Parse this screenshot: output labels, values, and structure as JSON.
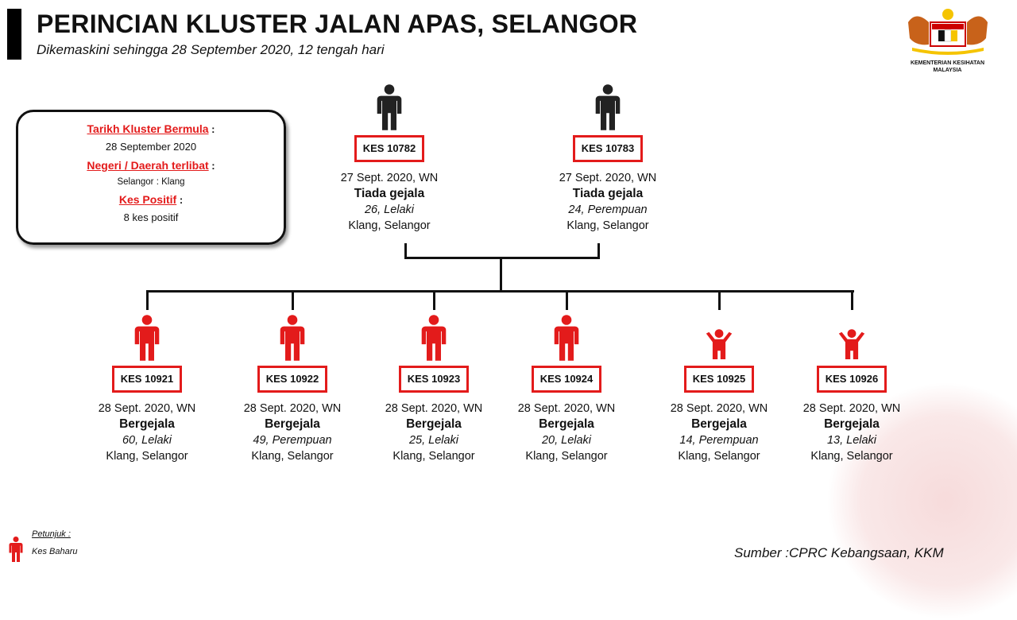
{
  "header": {
    "title": "PERINCIAN KLUSTER JALAN APAS, SELANGOR",
    "subtitle": "Dikemaskini sehingga 28 September 2020, 12 tengah hari"
  },
  "logo": {
    "line1": "KEMENTERIAN KESIHATAN",
    "line2": "MALAYSIA"
  },
  "info": {
    "start_label": "Tarikh Kluster Bermula",
    "start_value": "28 September 2020",
    "area_label": "Negeri / Daerah terlibat",
    "area_value": "Selangor : Klang",
    "positive_label": "Kes Positif",
    "positive_value": "8 kes positif",
    "colon": " :"
  },
  "colors": {
    "accent": "#e31b1b",
    "index": "#222222"
  },
  "index_cases": [
    {
      "id": "KES 10782",
      "date": "27 Sept. 2020, WN",
      "symptom": "Tiada gejala",
      "age": "26, Lelaki",
      "place": "Klang, Selangor"
    },
    {
      "id": "KES 10783",
      "date": "27 Sept. 2020, WN",
      "symptom": "Tiada gejala",
      "age": "24, Perempuan",
      "place": "Klang, Selangor"
    }
  ],
  "new_cases": [
    {
      "id": "KES 10921",
      "date": "28 Sept. 2020, WN",
      "symptom": "Bergejala",
      "age": "60, Lelaki",
      "place": "Klang, Selangor",
      "icon": "adult"
    },
    {
      "id": "KES 10922",
      "date": "28 Sept. 2020, WN",
      "symptom": "Bergejala",
      "age": "49, Perempuan",
      "place": "Klang, Selangor",
      "icon": "adult"
    },
    {
      "id": "KES 10923",
      "date": "28 Sept. 2020, WN",
      "symptom": "Bergejala",
      "age": "25, Lelaki",
      "place": "Klang, Selangor",
      "icon": "adult"
    },
    {
      "id": "KES 10924",
      "date": "28 Sept. 2020, WN",
      "symptom": "Bergejala",
      "age": "20, Lelaki",
      "place": "Klang, Selangor",
      "icon": "adult"
    },
    {
      "id": "KES 10925",
      "date": "28 Sept. 2020, WN",
      "symptom": "Bergejala",
      "age": "14, Perempuan",
      "place": "Klang, Selangor",
      "icon": "child"
    },
    {
      "id": "KES 10926",
      "date": "28 Sept. 2020, WN",
      "symptom": "Bergejala",
      "age": "13, Lelaki",
      "place": "Klang, Selangor",
      "icon": "child"
    }
  ],
  "legend": {
    "title": "Petunjuk :",
    "new_case": "Kes Baharu"
  },
  "source": "Sumber :CPRC Kebangsaan,  KKM"
}
